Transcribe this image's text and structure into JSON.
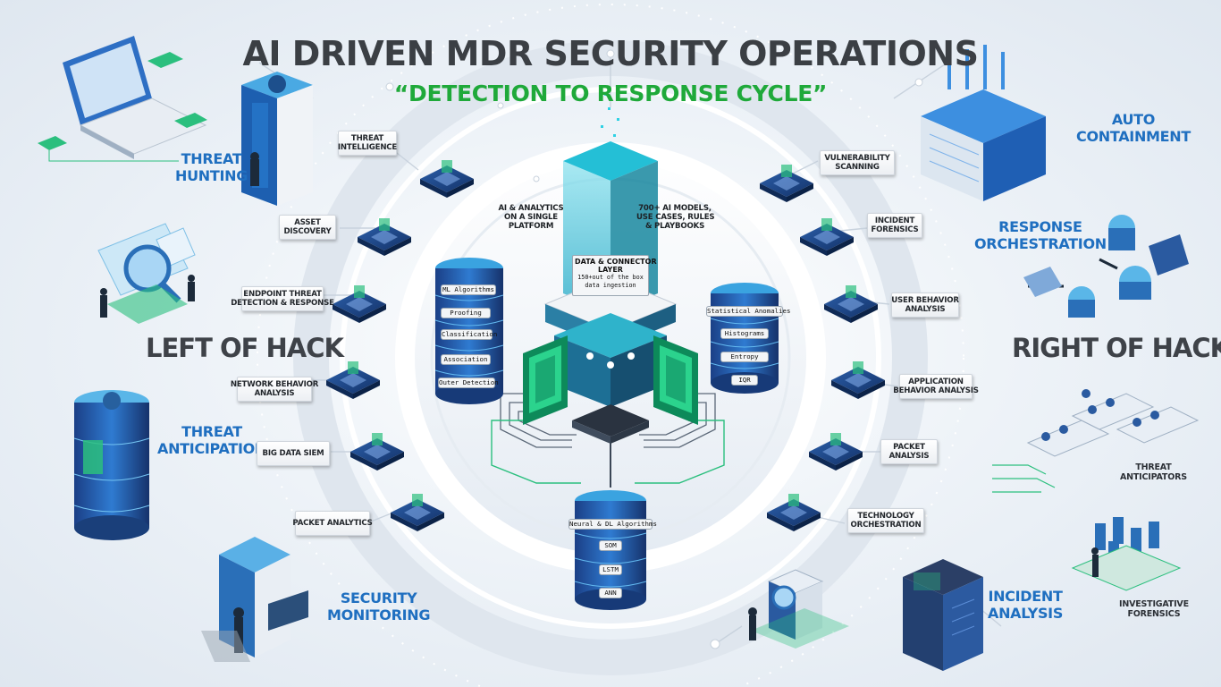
{
  "header": {
    "title": "AI DRIVEN MDR SECURITY OPERATIONS",
    "subtitle": "“DETECTION TO RESPONSE CYCLE”"
  },
  "sides": {
    "left": "LEFT OF HACK",
    "right": "RIGHT OF HACK"
  },
  "left_pillars": {
    "threat_hunting": "THREAT\nHUNTING",
    "threat_anticipation": "THREAT\nANTICIPATION",
    "security_monitoring": "SECURITY\nMONITORING"
  },
  "right_pillars": {
    "auto_containment": "AUTO\nCONTAINMENT",
    "response_orchestration": "RESPONSE\nORCHESTRATION",
    "incident_analysis": "INCIDENT\nANALYSIS",
    "threat_anticipators": "THREAT\nANTICIPATORS",
    "investigative_forensics": "INVESTIGATIVE\nFORENSICS"
  },
  "left_capabilities": [
    "THREAT\nINTELLIGENCE",
    "ASSET\nDISCOVERY",
    "ENDPOINT THREAT\nDETECTION & RESPONSE",
    "NETWORK BEHAVIOR\nANALYSIS",
    "BIG DATA SIEM",
    "PACKET ANALYTICS"
  ],
  "right_capabilities": [
    "VULNERABILITY\nSCANNING",
    "INCIDENT\nFORENSICS",
    "USER BEHAVIOR\nANALYSIS",
    "APPLICATION\nBEHAVIOR ANALYSIS",
    "PACKET\nANALYSIS",
    "TECHNOLOGY\nORCHESTRATION"
  ],
  "center": {
    "platform_text": "AI & ANALYTICS\nON A SINGLE\nPLATFORM",
    "models_text": "700+ AI MODELS,\nUSE CASES, RULES\n& PLAYBOOKS",
    "data_layer_title": "DATA & CONNECTOR\nLAYER",
    "data_layer_sub": "150+out of the box\ndata ingestion"
  },
  "ml_stack": {
    "items": [
      "ML Algorithms",
      "Proofing",
      "Classification",
      "Association",
      "Outer Detection"
    ]
  },
  "stat_stack": {
    "items": [
      "Statistical Anomalies",
      "Histograms",
      "Entropy",
      "IQR"
    ]
  },
  "neural_stack": {
    "items": [
      "Neural & DL Algorithms",
      "SOM",
      "LSTM",
      "ANN"
    ]
  },
  "colors": {
    "title": "#3b3f44",
    "subtitle": "#1fa93a",
    "accent_blue": "#1f6fc0",
    "teal": "#16a7b5",
    "green_chip": "#2bbf7e"
  }
}
